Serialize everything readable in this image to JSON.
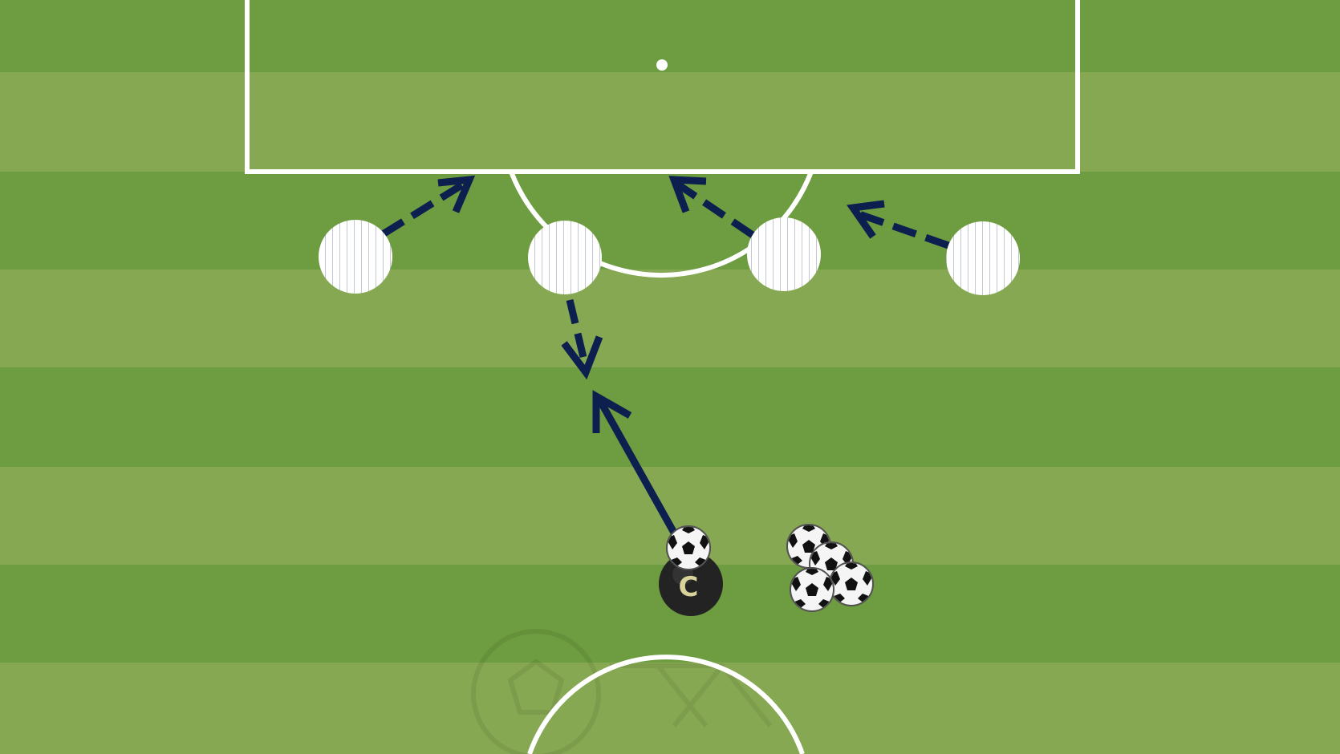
{
  "diagram": {
    "pitch": {
      "stripe_colors": [
        "#6e9c40",
        "#87a852"
      ],
      "line_color": "#ffffff"
    },
    "players": [
      {
        "role": "defender",
        "marker": "striped-circle"
      },
      {
        "role": "defender",
        "marker": "striped-circle"
      },
      {
        "role": "defender",
        "marker": "striped-circle"
      },
      {
        "role": "defender",
        "marker": "striped-circle"
      },
      {
        "role": "coach",
        "marker": "dark-circle",
        "label": "C"
      }
    ],
    "movements": [
      {
        "style": "dashed",
        "from": "defender-1",
        "to": "penalty-box-edge"
      },
      {
        "style": "dashed",
        "from": "defender-2",
        "to": "midfield"
      },
      {
        "style": "dashed",
        "from": "defender-3",
        "to": "penalty-arc"
      },
      {
        "style": "dashed",
        "from": "defender-4",
        "to": "penalty-box-edge"
      },
      {
        "style": "solid",
        "from": "coach",
        "to": "defender-2"
      }
    ],
    "arrow_color": "#0c1f4f",
    "balls": {
      "with_coach": 1,
      "stack": 4
    }
  }
}
